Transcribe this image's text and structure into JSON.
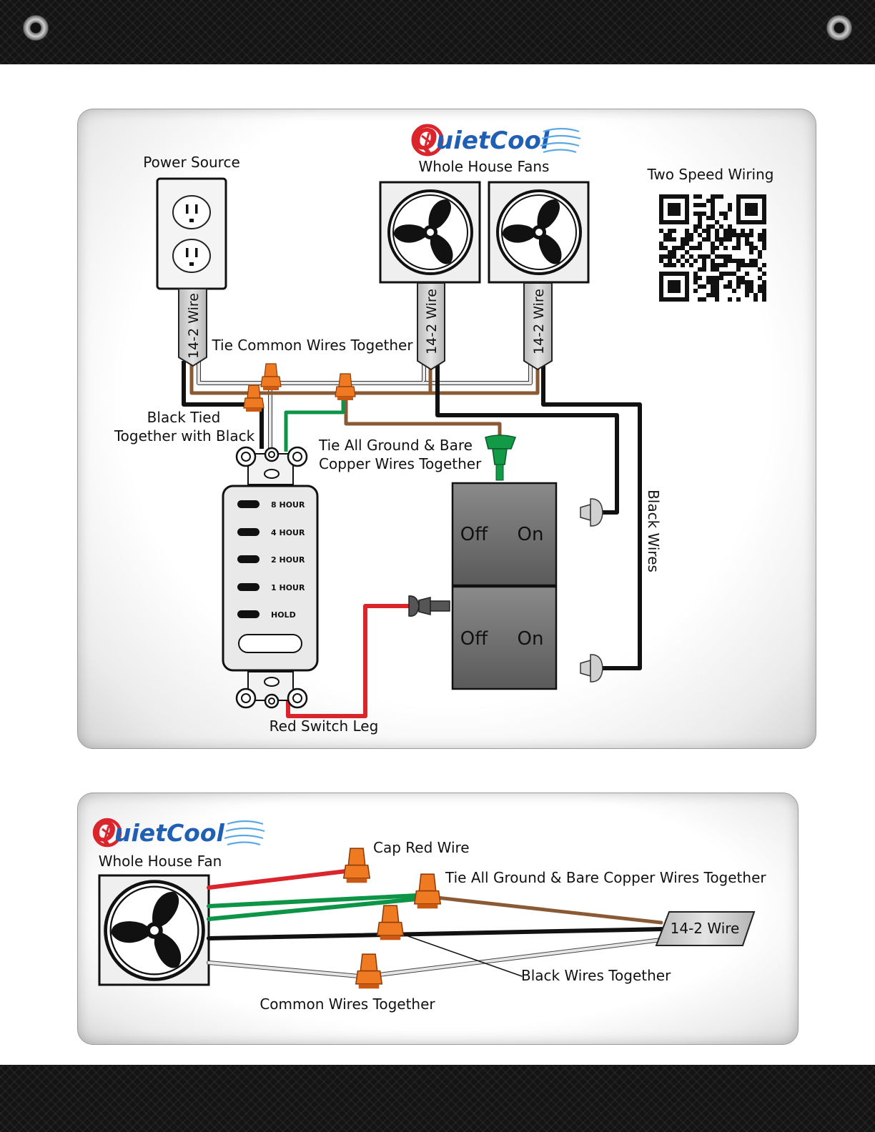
{
  "brand": {
    "name_q": "Q",
    "name_rest": "uietCool",
    "colors": {
      "red": "#d9252b",
      "blue": "#1f5fb4",
      "waves": "#5aa9e6"
    }
  },
  "main_diagram": {
    "power_source_label": "Power Source",
    "fans_label": "Whole House Fans",
    "qr_label": "Two Speed Wiring",
    "wire_tag": "14-2 Wire",
    "tie_common_label": "Tie Common Wires Together",
    "black_tied_label_1": "Black Tied",
    "black_tied_label_2": "Together with Black",
    "ground_label_1": "Tie All Ground & Bare",
    "ground_label_2": "Copper Wires Together",
    "black_wires_label": "Black Wires",
    "red_leg_label": "Red Switch Leg",
    "timer_options": [
      "8 HOUR",
      "4 HOUR",
      "2 HOUR",
      "1 HOUR",
      "HOLD"
    ],
    "switch_off": "Off",
    "switch_on": "On"
  },
  "bottom_diagram": {
    "fan_label": "Whole House Fan",
    "cap_red_label": "Cap Red Wire",
    "ground_label": "Tie All Ground & Bare Copper Wires Together",
    "wire_tag": "14-2 Wire",
    "black_label": "Black Wires Together",
    "common_label": "Common Wires Together"
  },
  "wire_colors": {
    "black": "#111111",
    "white": "#d8d8d8",
    "brown": "#8a5a35",
    "green": "#0d9447",
    "red": "#d9252b",
    "nut_orange": "#f07a22",
    "nut_green": "#129a47",
    "nut_gray": "#5a5a5a"
  }
}
